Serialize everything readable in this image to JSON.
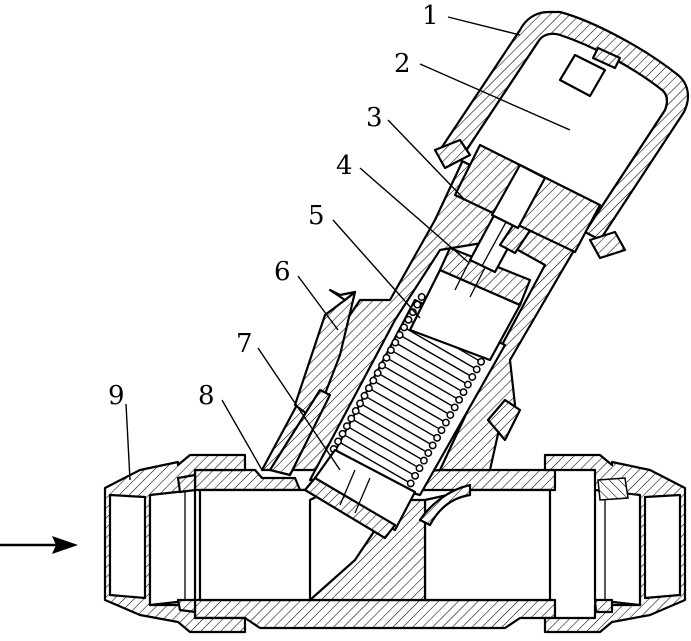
{
  "diagram": {
    "labels": [
      {
        "id": "1",
        "text": "1"
      },
      {
        "id": "2",
        "text": "2"
      },
      {
        "id": "3",
        "text": "3"
      },
      {
        "id": "4",
        "text": "4"
      },
      {
        "id": "5",
        "text": "5"
      },
      {
        "id": "6",
        "text": "6"
      },
      {
        "id": "7",
        "text": "7"
      },
      {
        "id": "8",
        "text": "8"
      },
      {
        "id": "9",
        "text": "9"
      }
    ],
    "flow_arrow": "flow-direction-arrow"
  }
}
